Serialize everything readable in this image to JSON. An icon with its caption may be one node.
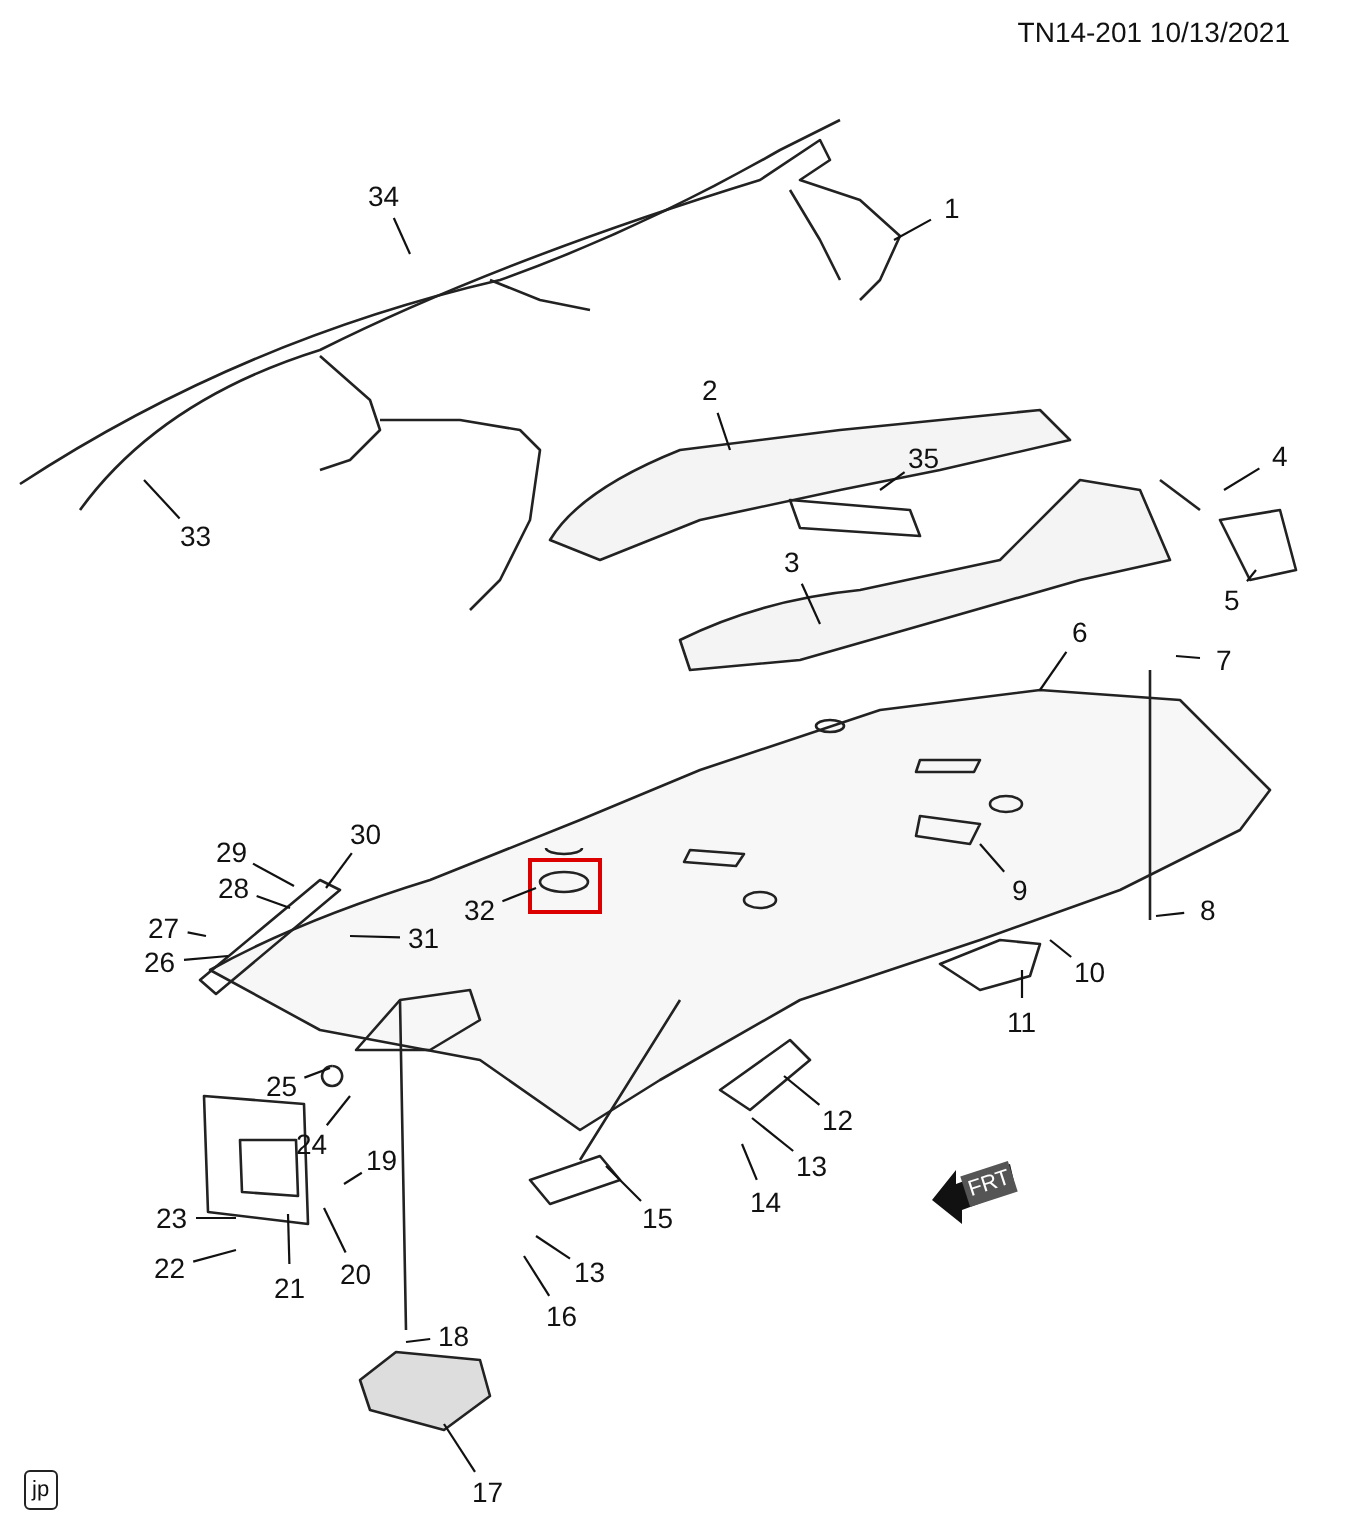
{
  "diagram": {
    "nodes": [
      {
        "text": [
          "1"
        ]
      },
      {
        "text": [
          "2"
        ]
      },
      {
        "text": [
          "3"
        ]
      },
      {
        "text": [
          "4"
        ]
      },
      {
        "text": [
          "5"
        ]
      },
      {
        "text": [
          "6"
        ]
      },
      {
        "text": [
          "7"
        ]
      },
      {
        "text": [
          "8"
        ]
      },
      {
        "text": [
          "9"
        ]
      },
      {
        "text": [
          "10"
        ]
      },
      {
        "text": [
          "11"
        ]
      },
      {
        "text": [
          "12"
        ]
      },
      {
        "text": [
          "13"
        ]
      },
      {
        "text": [
          "14"
        ]
      },
      {
        "text": [
          "15"
        ]
      },
      {
        "text": [
          "13"
        ]
      },
      {
        "text": [
          "16"
        ]
      },
      {
        "text": [
          "17"
        ]
      },
      {
        "text": [
          "18"
        ]
      },
      {
        "text": [
          "19"
        ]
      },
      {
        "text": [
          "20"
        ]
      },
      {
        "text": [
          "21"
        ]
      },
      {
        "text": [
          "22"
        ]
      },
      {
        "text": [
          "23"
        ]
      },
      {
        "text": [
          "24"
        ]
      },
      {
        "text": [
          "25"
        ]
      },
      {
        "text": [
          "26"
        ]
      },
      {
        "text": [
          "27"
        ]
      },
      {
        "text": [
          "28"
        ]
      },
      {
        "text": [
          "29"
        ]
      },
      {
        "text": [
          "30"
        ]
      },
      {
        "text": [
          "31"
        ]
      },
      {
        "text": [
          "32"
        ]
      },
      {
        "text": [
          "33"
        ]
      },
      {
        "text": [
          "34"
        ]
      },
      {
        "text": [
          "35"
        ]
      }
    ],
    "edges": [
      {
        "from": 0,
        "to": null,
        "arrow": "none"
      },
      {
        "from": 1,
        "to": null,
        "arrow": "none"
      },
      {
        "from": 2,
        "to": null,
        "arrow": "none"
      },
      {
        "from": 3,
        "to": null,
        "arrow": "none"
      },
      {
        "from": 4,
        "to": null,
        "arrow": "none"
      },
      {
        "from": 5,
        "to": null,
        "arrow": "none"
      },
      {
        "from": 6,
        "to": null,
        "arrow": "none"
      },
      {
        "from": 7,
        "to": null,
        "arrow": "none"
      },
      {
        "from": 8,
        "to": null,
        "arrow": "none"
      },
      {
        "from": 9,
        "to": null,
        "arrow": "none"
      },
      {
        "from": 10,
        "to": null,
        "arrow": "none"
      },
      {
        "from": 11,
        "to": null,
        "arrow": "none"
      },
      {
        "from": 12,
        "to": null,
        "arrow": "none"
      },
      {
        "from": 13,
        "to": null,
        "arrow": "none"
      },
      {
        "from": 14,
        "to": null,
        "arrow": "none"
      },
      {
        "from": 15,
        "to": null,
        "arrow": "none"
      },
      {
        "from": 16,
        "to": null,
        "arrow": "none"
      },
      {
        "from": 17,
        "to": null,
        "arrow": "none"
      },
      {
        "from": 18,
        "to": null,
        "arrow": "none"
      },
      {
        "from": 19,
        "to": null,
        "arrow": "none"
      },
      {
        "from": 20,
        "to": null,
        "arrow": "none"
      },
      {
        "from": 21,
        "to": null,
        "arrow": "none"
      },
      {
        "from": 22,
        "to": null,
        "arrow": "none"
      },
      {
        "from": 23,
        "to": null,
        "arrow": "none"
      },
      {
        "from": 24,
        "to": null,
        "arrow": "none"
      },
      {
        "from": 25,
        "to": null,
        "arrow": "none"
      },
      {
        "from": 26,
        "to": null,
        "arrow": "none"
      },
      {
        "from": 27,
        "to": null,
        "arrow": "none"
      },
      {
        "from": 28,
        "to": null,
        "arrow": "none"
      },
      {
        "from": 29,
        "to": null,
        "arrow": "none"
      },
      {
        "from": 30,
        "to": null,
        "arrow": "none"
      },
      {
        "from": 31,
        "to": null,
        "arrow": "none"
      },
      {
        "from": 32,
        "to": null,
        "arrow": "none"
      },
      {
        "from": 33,
        "to": null,
        "arrow": "none"
      },
      {
        "from": 34,
        "to": null,
        "arrow": "none"
      },
      {
        "from": 35,
        "to": null,
        "arrow": "none"
      }
    ],
    "labels": [
      "TN14-201  10/13/2021",
      "FRT",
      "jp"
    ]
  }
}
